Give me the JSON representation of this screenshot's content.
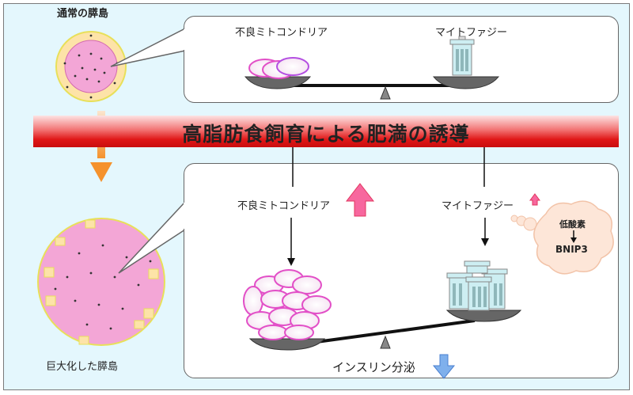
{
  "labels": {
    "normal_islet": "通常の膵島",
    "enlarged_islet": "巨大化した膵島",
    "banner": "高脂肪食飼育による肥満の誘導",
    "top_bad_mito": "不良ミトコンドリア",
    "top_mitophagy": "マイトファジー",
    "bottom_bad_mito": "不良ミトコンドリア",
    "bottom_mitophagy": "マイトファジー",
    "insulin_secretion": "インスリン分泌",
    "cloud_line1": "低酸素",
    "cloud_line2": "BNIP3"
  },
  "colors": {
    "background": "#e4f7fd",
    "banner_red": "#e01818",
    "up_arrow_pink": "#f7679e",
    "down_arrow_blue": "#7fb0ec",
    "transition_arrow_orange": "#f59a3a",
    "cloud_fill": "#fde6d8",
    "cell_pink": "#f3a6d6",
    "cell_yellow": "#fde3a8"
  },
  "indicators": {
    "bad_mitochondria_change": "increase (large)",
    "mitophagy_change": "increase (small)",
    "insulin_secretion_change": "decrease"
  }
}
